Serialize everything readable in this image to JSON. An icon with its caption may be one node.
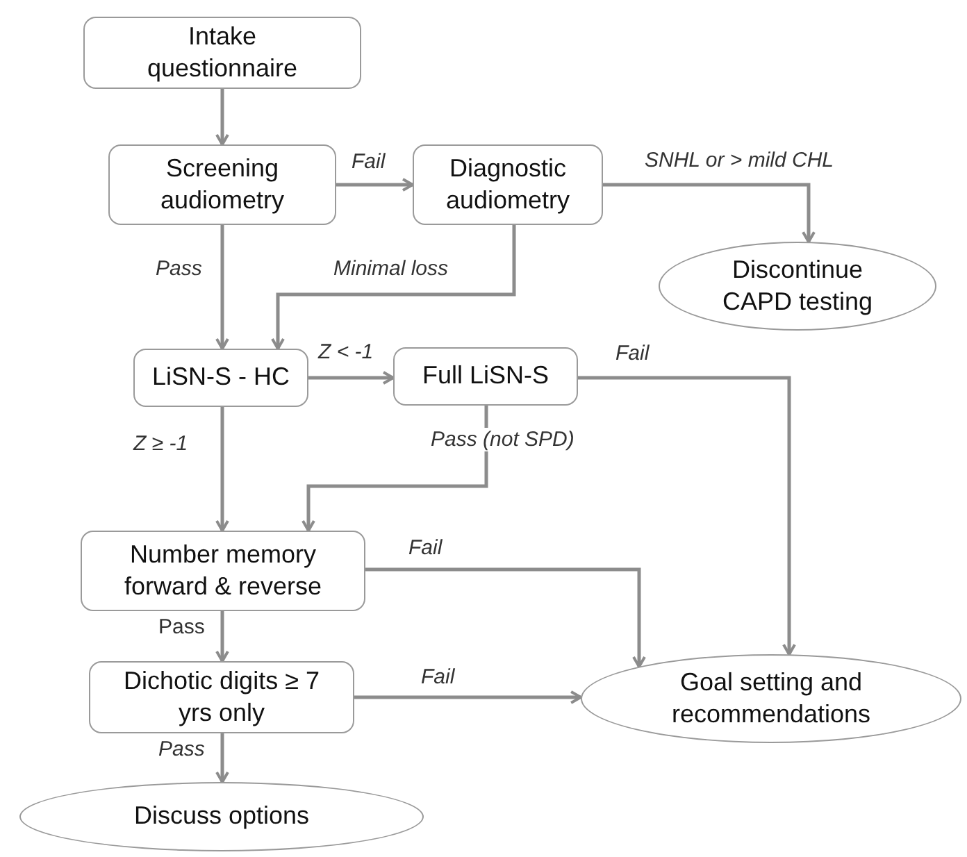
{
  "diagram": {
    "nodes": [
      {
        "text": [
          "Intake questionnaire"
        ]
      },
      {
        "text": [
          "Screening audiometry"
        ]
      },
      {
        "text": [
          "Diagnostic audiometry"
        ]
      },
      {
        "text": [
          "Discontinue CAPD testing"
        ]
      },
      {
        "text": [
          "LiSN-S - HC"
        ]
      },
      {
        "text": [
          "Full LiSN-S"
        ]
      },
      {
        "text": [
          "Number memory forward & reverse"
        ]
      },
      {
        "text": [
          "Dichotic digits ≥ 7 yrs only"
        ]
      },
      {
        "text": [
          "Goal setting and recommendations"
        ]
      },
      {
        "text": [
          "Discuss options"
        ]
      }
    ],
    "edges": [
      {
        "from": 0,
        "to": 1,
        "arrow": "to"
      },
      {
        "from": 1,
        "to": 2,
        "arrow": "to",
        "label": "Fail"
      },
      {
        "from": 2,
        "to": 3,
        "arrow": "to",
        "label": "SNHL or > mild CHL"
      },
      {
        "from": 1,
        "to": 4,
        "arrow": "to",
        "label": "Pass"
      },
      {
        "from": 2,
        "to": 4,
        "arrow": "to",
        "label": "Minimal loss"
      },
      {
        "from": 4,
        "to": 5,
        "arrow": "to",
        "label": "Z < -1"
      },
      {
        "from": 5,
        "to": 8,
        "arrow": "to",
        "label": "Fail"
      },
      {
        "from": 4,
        "to": 6,
        "arrow": "to",
        "label": "Z  ≥ -1"
      },
      {
        "from": 5,
        "to": 6,
        "arrow": "to",
        "label": "Pass  (not SPD)"
      },
      {
        "from": 6,
        "to": 8,
        "arrow": "to",
        "label": "Fail"
      },
      {
        "from": 6,
        "to": 7,
        "arrow": "to",
        "label": "Pass"
      },
      {
        "from": 7,
        "to": 8,
        "arrow": "to",
        "label": "Fail"
      },
      {
        "from": 7,
        "to": 9,
        "arrow": "to",
        "label": "Pass"
      }
    ]
  }
}
